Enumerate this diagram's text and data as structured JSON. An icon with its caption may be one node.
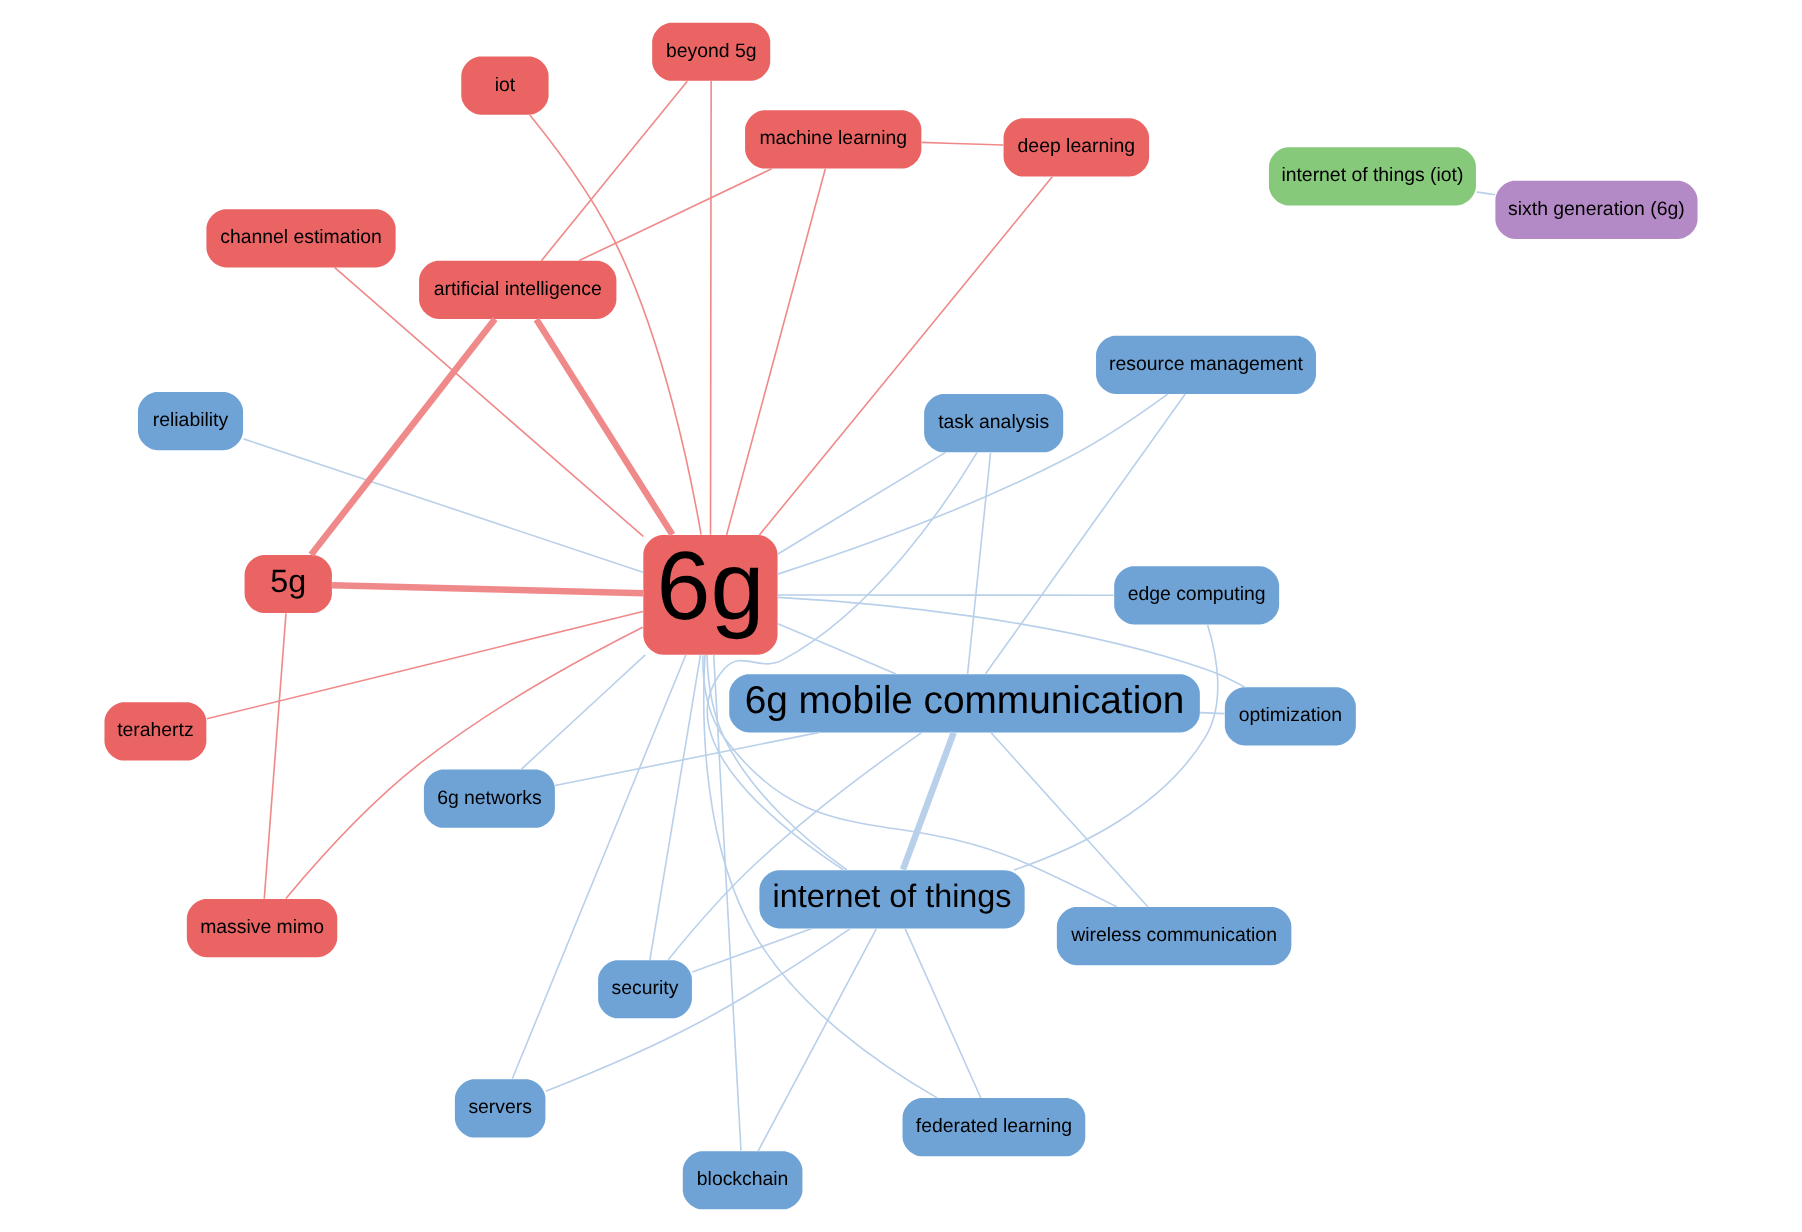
{
  "diagram": {
    "nodes": [
      {
        "text": [
          "6g networks"
        ]
      },
      {
        "text": [
          "optimization"
        ]
      },
      {
        "text": [
          "servers"
        ]
      },
      {
        "text": [
          "task analysis"
        ]
      },
      {
        "text": [
          "resource management"
        ]
      },
      {
        "text": [
          "reliability"
        ]
      },
      {
        "text": [
          "security"
        ]
      },
      {
        "text": [
          "6g mobile communication"
        ]
      },
      {
        "text": [
          "internet of things"
        ]
      },
      {
        "text": [
          "federated learning"
        ]
      },
      {
        "text": [
          "blockchain"
        ]
      },
      {
        "text": [
          "6g"
        ]
      },
      {
        "text": [
          "wireless communication"
        ]
      },
      {
        "text": [
          "edge computing"
        ]
      },
      {
        "text": [
          "iot"
        ]
      },
      {
        "text": [
          "machine learning"
        ]
      },
      {
        "text": [
          "5g"
        ]
      },
      {
        "text": [
          "artificial intelligence"
        ]
      },
      {
        "text": [
          "terahertz"
        ]
      },
      {
        "text": [
          "channel estimation"
        ]
      },
      {
        "text": [
          "deep learning"
        ]
      },
      {
        "text": [
          "massive mimo"
        ]
      },
      {
        "text": [
          "internet of things (iot)"
        ]
      },
      {
        "text": [
          "beyond 5g"
        ]
      },
      {
        "text": [
          "sixth generation (6g)"
        ]
      }
    ],
    "edges": [
      {
        "from": 11,
        "to": 0,
        "arrow": "none"
      },
      {
        "from": 11,
        "to": 1,
        "arrow": "none"
      },
      {
        "from": 11,
        "to": 2,
        "arrow": "none"
      },
      {
        "from": 11,
        "to": 3,
        "arrow": "none"
      },
      {
        "from": 11,
        "to": 4,
        "arrow": "none"
      },
      {
        "from": 11,
        "to": 5,
        "arrow": "none"
      },
      {
        "from": 11,
        "to": 6,
        "arrow": "none"
      },
      {
        "from": 11,
        "to": 7,
        "arrow": "none"
      },
      {
        "from": 11,
        "to": 8,
        "arrow": "none"
      },
      {
        "from": 11,
        "to": 9,
        "arrow": "none"
      },
      {
        "from": 11,
        "to": 10,
        "arrow": "none"
      },
      {
        "from": 11,
        "to": 12,
        "arrow": "none"
      },
      {
        "from": 11,
        "to": 13,
        "arrow": "none"
      },
      {
        "from": 11,
        "to": 14,
        "arrow": "none",
        "color": "#f08a8a"
      },
      {
        "from": 11,
        "to": 15,
        "arrow": "none",
        "color": "#f08a8a"
      },
      {
        "from": 11,
        "to": 16,
        "arrow": "none",
        "style": "thick",
        "color": "#f08a8a"
      },
      {
        "from": 11,
        "to": 17,
        "arrow": "none",
        "style": "thick",
        "color": "#f08a8a"
      },
      {
        "from": 11,
        "to": 18,
        "arrow": "none",
        "color": "#f08a8a"
      },
      {
        "from": 11,
        "to": 19,
        "arrow": "none",
        "color": "#f08a8a"
      },
      {
        "from": 11,
        "to": 20,
        "arrow": "none",
        "color": "#f08a8a"
      },
      {
        "from": 11,
        "to": 21,
        "arrow": "none",
        "color": "#f08a8a"
      },
      {
        "from": 11,
        "to": 23,
        "arrow": "none",
        "color": "#f08a8a"
      },
      {
        "from": 7,
        "to": 0,
        "arrow": "none"
      },
      {
        "from": 7,
        "to": 1,
        "arrow": "none"
      },
      {
        "from": 7,
        "to": 3,
        "arrow": "none"
      },
      {
        "from": 7,
        "to": 4,
        "arrow": "none"
      },
      {
        "from": 7,
        "to": 6,
        "arrow": "none"
      },
      {
        "from": 7,
        "to": 8,
        "arrow": "none",
        "style": "thick"
      },
      {
        "from": 7,
        "to": 12,
        "arrow": "none"
      },
      {
        "from": 8,
        "to": 2,
        "arrow": "none"
      },
      {
        "from": 8,
        "to": 3,
        "arrow": "none"
      },
      {
        "from": 8,
        "to": 6,
        "arrow": "none"
      },
      {
        "from": 8,
        "to": 9,
        "arrow": "none"
      },
      {
        "from": 8,
        "to": 10,
        "arrow": "none"
      },
      {
        "from": 8,
        "to": 13,
        "arrow": "none"
      },
      {
        "from": 16,
        "to": 17,
        "arrow": "none",
        "style": "thick",
        "color": "#f08a8a"
      },
      {
        "from": 15,
        "to": 20,
        "arrow": "none",
        "color": "#f08a8a"
      },
      {
        "from": 15,
        "to": 17,
        "arrow": "none",
        "color": "#f08a8a"
      },
      {
        "from": 16,
        "to": 21,
        "arrow": "none",
        "color": "#f08a8a"
      },
      {
        "from": 17,
        "to": 23,
        "arrow": "none",
        "color": "#f08a8a"
      },
      {
        "from": 22,
        "to": 24,
        "arrow": "none"
      }
    ]
  }
}
